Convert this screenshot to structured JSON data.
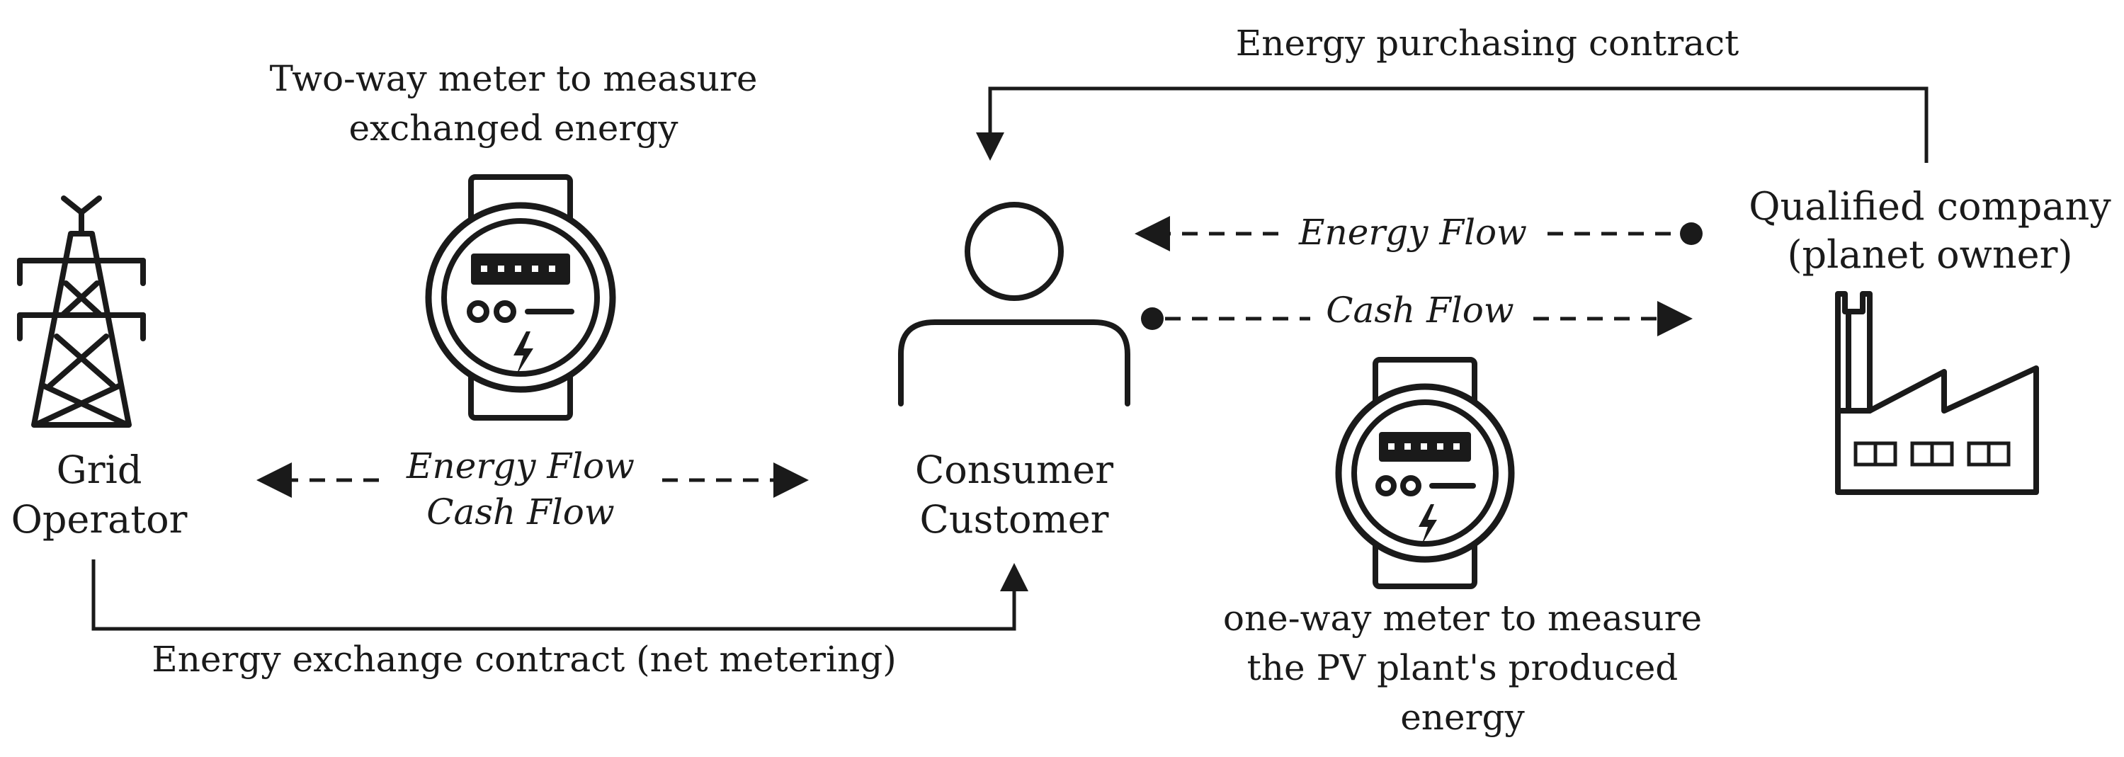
{
  "diagram": {
    "nodes": {
      "grid_operator": {
        "line1": "Grid",
        "line2": "Operator",
        "icon": "transmission-tower-icon"
      },
      "consumer": {
        "line1": "Consumer",
        "line2": "Customer",
        "icon": "person-icon"
      },
      "company": {
        "line1": "Qualified company",
        "line2": "(planet owner)",
        "icon": "factory-icon"
      }
    },
    "meters": {
      "two_way": {
        "line1": "Two-way meter to measure",
        "line2": "exchanged energy",
        "icon": "electric-meter-icon"
      },
      "one_way": {
        "line1": "one-way meter to measure",
        "line2": "the PV plant's produced",
        "line3": "energy",
        "icon": "electric-meter-icon"
      }
    },
    "contracts": {
      "purchasing": "Energy  purchasing  contract",
      "exchange": "Energy exchange contract (net metering)"
    },
    "flows": {
      "grid_energy": "Energy Flow",
      "grid_cash": "Cash Flow",
      "company_energy": "Energy Flow",
      "company_cash": "Cash Flow"
    }
  }
}
